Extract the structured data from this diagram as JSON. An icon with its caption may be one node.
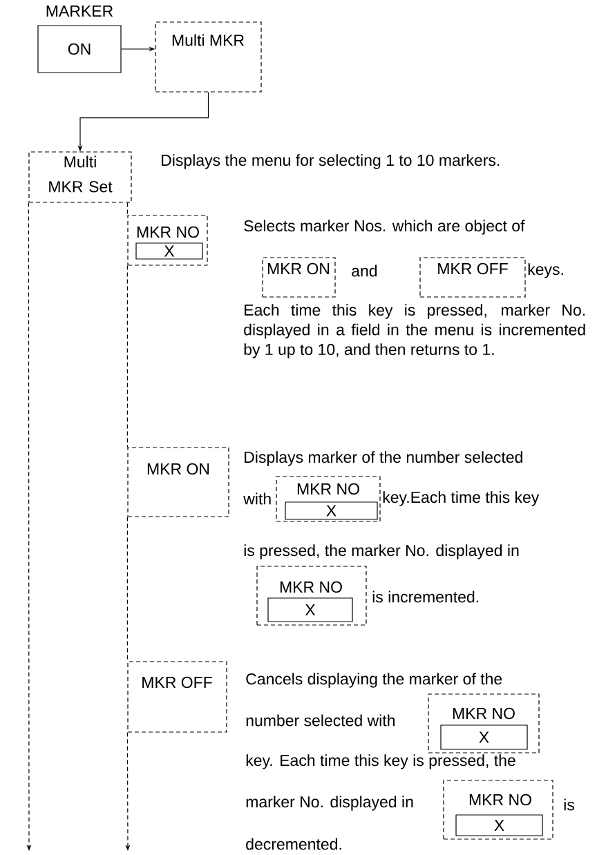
{
  "diagram": {
    "nodes": [
      {
        "text": [
          "MARKER",
          "ON"
        ]
      },
      {
        "text": [
          "Multi MKR"
        ]
      },
      {
        "text": [
          "Multi MKR Set"
        ]
      },
      {
        "text": [
          "MKR NO"
        ]
      },
      {
        "text": [
          "X"
        ],
        "in": 3
      },
      {
        "text": [
          "MKR ON"
        ]
      },
      {
        "text": [
          "MKR OFF"
        ]
      },
      {
        "text": [
          "MKR ON"
        ]
      },
      {
        "text": [
          "MKR NO"
        ]
      },
      {
        "text": [
          "X"
        ],
        "in": 8
      },
      {
        "text": [
          "MKR NO"
        ]
      },
      {
        "text": [
          "X"
        ],
        "in": 10
      },
      {
        "text": [
          "MKR OFF"
        ]
      },
      {
        "text": [
          "MKR NO"
        ]
      },
      {
        "text": [
          "X"
        ],
        "in": 13
      },
      {
        "text": [
          "MKR NO"
        ]
      },
      {
        "text": [
          "X"
        ],
        "in": 15
      }
    ],
    "edges": [
      {
        "from": 0,
        "to": 1,
        "arrow": "to"
      },
      {
        "from": 1,
        "to": 2,
        "arrow": "to"
      },
      {
        "from": 2,
        "to": null,
        "arrow": "to",
        "style": "dashed"
      },
      {
        "from": 2,
        "to": 3,
        "arrow": "none",
        "style": "dashed"
      },
      {
        "from": 3,
        "to": 7,
        "arrow": "none",
        "style": "dashed"
      },
      {
        "from": 7,
        "to": 12,
        "arrow": "none",
        "style": "dashed"
      },
      {
        "from": 12,
        "to": null,
        "arrow": "to",
        "style": "dashed"
      }
    ],
    "labels": [
      "Displays the menu for selecting 1 to 10 markers.",
      "Selects marker Nos. which are object of",
      "and",
      "keys.",
      "Each time this key is pressed, marker No. displayed in a field in the menu is incremented by 1 up to 10, and then returns to 1.",
      "Displays marker of the number selected",
      "with",
      "key.Each time this key",
      "is pressed, the marker No. displayed in",
      "is incremented.",
      "Cancels displaying the marker of the",
      "number selected with",
      "key. Each time this key is pressed, the",
      "marker No. displayed in",
      "is",
      "decremented."
    ]
  }
}
